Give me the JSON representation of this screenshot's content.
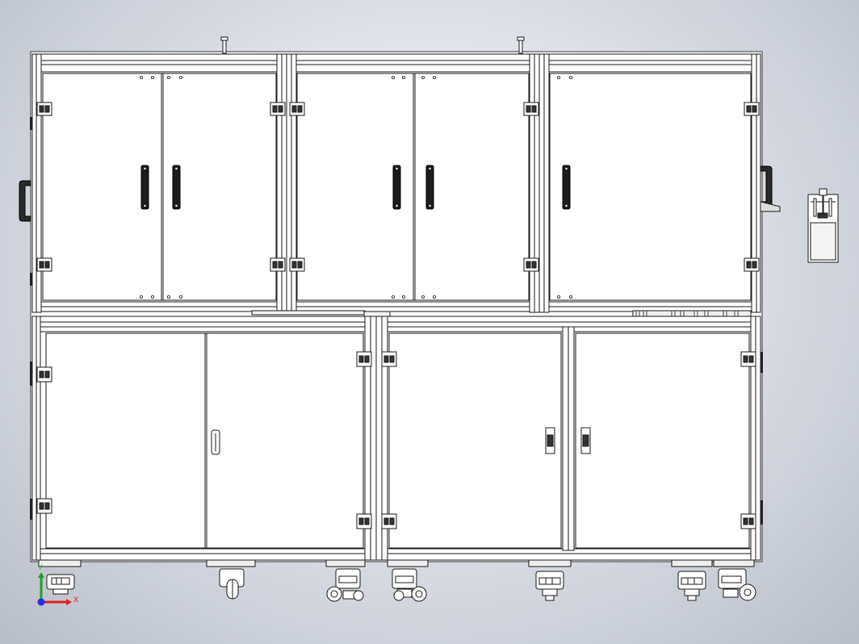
{
  "scene": {
    "description_visible_text": "none",
    "background_gradient": [
      "#f2f3f6",
      "#dfe2e8",
      "#b8bdc8"
    ],
    "frame_color": "#ffffff",
    "line_color": "#1a1a1a",
    "handle_color": "#1c1c1c"
  },
  "axis_triad": {
    "x_label": "X",
    "y_label": "Y",
    "x_color": "#e02020",
    "y_color": "#22a022",
    "z_color": "#2030e0"
  }
}
